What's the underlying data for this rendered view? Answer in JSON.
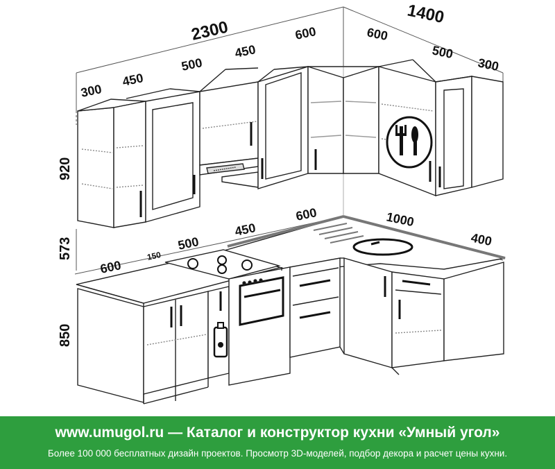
{
  "dimensions": {
    "top_total_left": "2300",
    "top_total_right": "1400",
    "upper_1": "300",
    "upper_2": "450",
    "upper_3": "500",
    "upper_4": "450",
    "upper_corner_left": "600",
    "upper_corner_right": "600",
    "upper_5": "500",
    "upper_6": "300",
    "height_upper": "920",
    "height_gap": "573",
    "height_lower": "850",
    "lower_1": "600",
    "lower_gap": "150",
    "lower_2": "500",
    "lower_3": "450",
    "lower_corner": "600",
    "lower_4": "1000",
    "lower_5": "400"
  },
  "banner": {
    "title": "www.umugol.ru — Каталог и конструктор кухни «Умный угол»",
    "subtitle": "Более 100 000 бесплатных дизайн проектов. Просмотр 3D-моделей, подбор декора и расчет цены кухни."
  },
  "colors": {
    "banner_bg": "#2e9e3e",
    "line": "#1a1a1a",
    "worktop": "#7a7a7a"
  }
}
